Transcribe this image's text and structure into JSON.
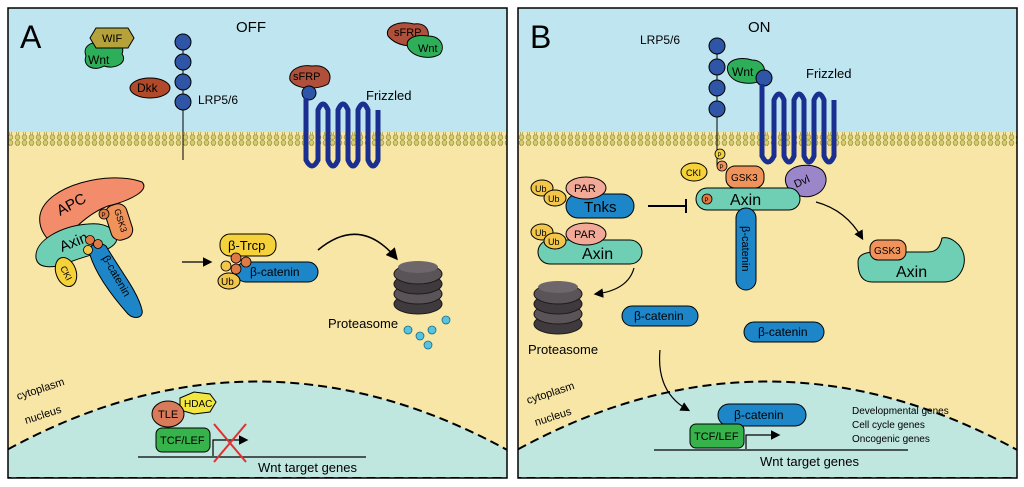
{
  "colors": {
    "extracellular": "#bfe6f0",
    "cytoplasm": "#f7e6a6",
    "nucleus": "#bfe6df",
    "lrp": "#2f55a6",
    "frizzled": "#1a2f8f",
    "axin": "#6fcfb4",
    "apc": "#f28c6a",
    "gsk3": "#f0935a",
    "beta_catenin": "#1d86c9",
    "ckl": "#f5d13a",
    "wnt": "#2fae5a",
    "sfrp": "#b0503a",
    "wif": "#b6a23a",
    "dkk": "#b04a2a",
    "tle": "#d97a5a",
    "hdac": "#f2e640",
    "tcf": "#36b34a",
    "dvl": "#9b86c9",
    "par": "#f3a997",
    "ub": "#f2c64a",
    "phospho": "#e07a45",
    "proteasome": "#3f3a3d",
    "membrane": "#c9c46a"
  },
  "panel_a": {
    "letter": "A",
    "state": "OFF",
    "wif": "WIF",
    "wnt": "Wnt",
    "dkk": "Dkk",
    "lrp": "LRP5/6",
    "sfrp": "sFRP",
    "sfrp_bound": "sFRP",
    "wnt_bound": "Wnt",
    "frizzled": "Frizzled",
    "apc": "APC",
    "axin": "Axin",
    "gsk3": "GSK3",
    "ckl": "CKI",
    "beta_catenin": "β-catenin",
    "p": "P",
    "btrcp": "β-Trcp",
    "ub": "Ub",
    "proteasome": "Proteasome",
    "cytoplasm": "cytoplasm",
    "nucleus": "nucleus",
    "hdac": "HDAC",
    "tle": "TLE",
    "tcf": "TCF/LEF",
    "target": "Wnt target genes"
  },
  "panel_b": {
    "letter": "B",
    "state": "ON",
    "lrp": "LRP5/6",
    "wnt": "Wnt",
    "frizzled": "Frizzled",
    "ckl": "CKI",
    "gsk3": "GSK3",
    "dvl": "Dvl",
    "axin": "Axin",
    "p": "P",
    "ub": "Ub",
    "par": "PAR",
    "tnks": "Tnks",
    "beta_catenin": "β-catenin",
    "proteasome": "Proteasome",
    "cytoplasm": "cytoplasm",
    "nucleus": "nucleus",
    "tcf": "TCF/LEF",
    "target": "Wnt target genes",
    "gene_list": [
      "Developmental genes",
      "Cell cycle genes",
      "Oncogenic genes"
    ]
  }
}
